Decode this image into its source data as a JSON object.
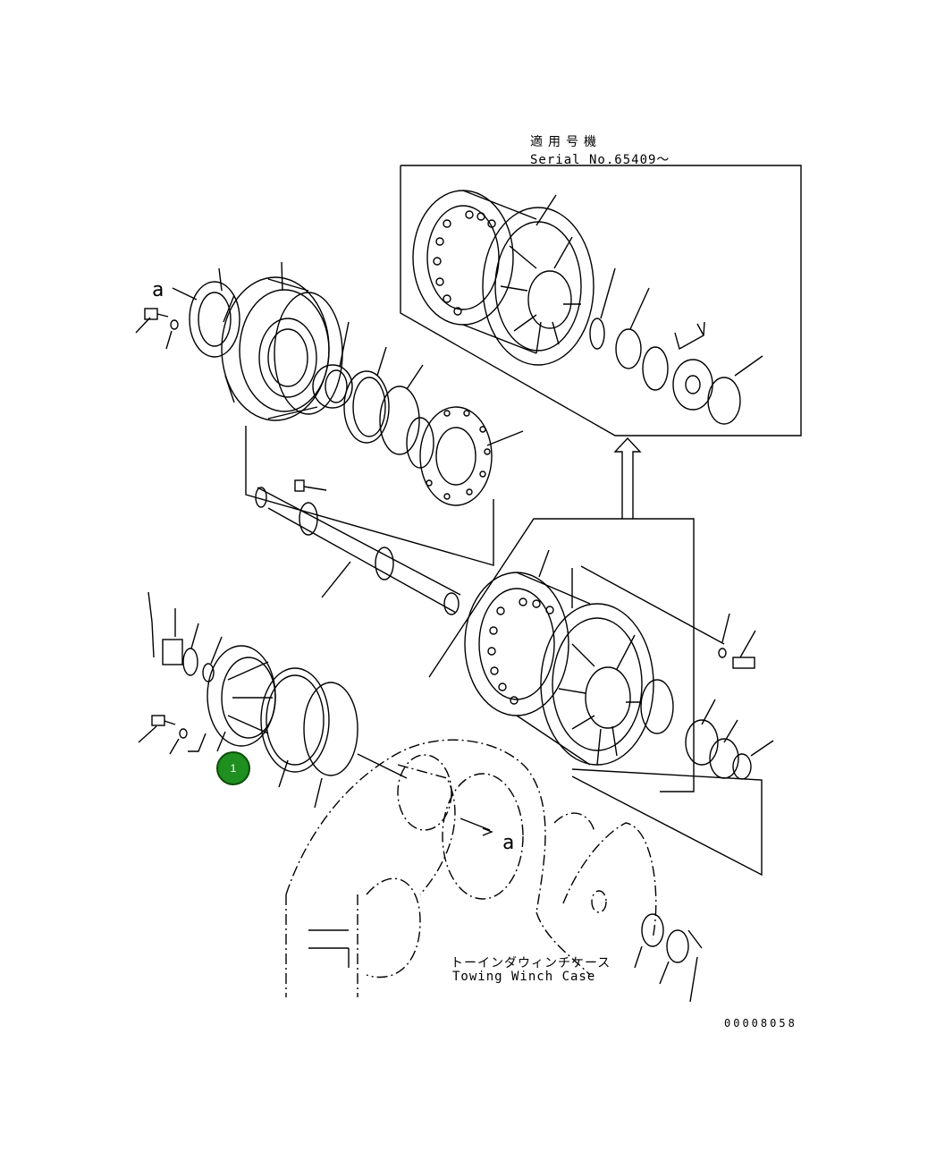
{
  "serial_block": {
    "japanese": "適用号機",
    "english": "Serial No.65409〜"
  },
  "case_label": {
    "japanese": "トーインダウィンチケース",
    "english": "Towing Winch Case"
  },
  "view_marker": "a",
  "callout_badge": "1",
  "drawing_number": "00008058",
  "colors": {
    "line": "#000000",
    "badge_fill": "#1f8f1f",
    "background": "#ffffff"
  }
}
